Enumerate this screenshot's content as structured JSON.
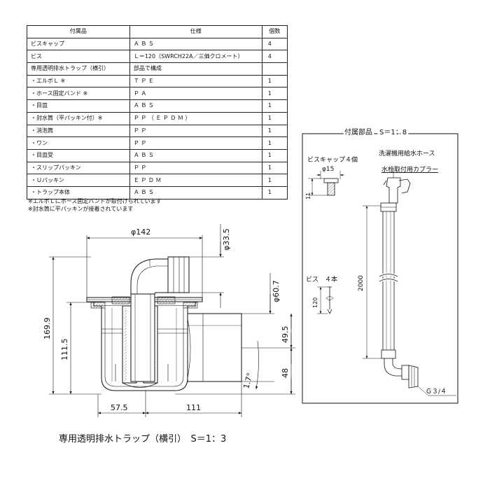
{
  "table": {
    "headers": [
      "付属品",
      "仕様",
      "個数"
    ],
    "rows": [
      {
        "name": "ビスキャップ",
        "spec": "ＡＢＳ",
        "qty": "4"
      },
      {
        "name": "ビス",
        "spec": "Ｌ＝120（SWRCH22A／三価クロメート）",
        "qty": "4"
      },
      {
        "name": "専用透明排水トラップ（横引）",
        "spec": "部品で構成",
        "qty": ""
      },
      {
        "name": "・エルボＬ ※",
        "spec": "ＴＰＥ",
        "qty": "1"
      },
      {
        "name": "・ホース固定バンド ※",
        "spec": "ＰＡ",
        "qty": "1"
      },
      {
        "name": "・目皿",
        "spec": "ＡＢＳ",
        "qty": "1"
      },
      {
        "name": "・封水筒（平パッキン付）※",
        "spec": "ＰＰ（ＥＰＤＭ）",
        "qty": "1"
      },
      {
        "name": "・消泡筒",
        "spec": "ＰＰ",
        "qty": "1"
      },
      {
        "name": "・ワン",
        "spec": "ＰＰ",
        "qty": "1"
      },
      {
        "name": "・目皿受",
        "spec": "ＡＢＳ",
        "qty": "1"
      },
      {
        "name": "・スリップパッキン",
        "spec": "ＰＰ",
        "qty": "1"
      },
      {
        "name": "・Ｕパッキン",
        "spec": "ＥＰＤＭ",
        "qty": "1"
      },
      {
        "name": "・トラップ本体",
        "spec": "ＡＢＳ",
        "qty": "1"
      }
    ]
  },
  "notes": [
    "※エルボＬにホース固定バンドが取付けられています",
    "※封水筒に平パッキンが接着されています"
  ],
  "trap_drawing": {
    "caption": "専用透明排水トラップ（横引）　S＝1：3",
    "dims": {
      "top_width": "φ142",
      "outlet_dia": "φ33.5",
      "body_dia": "φ60.7",
      "total_height": "169.9",
      "bowl_height": "111.5",
      "outlet_center": "49.5",
      "bottom_height": "48",
      "slope": "1.7°",
      "left_offset": "57.5",
      "right_length": "111"
    }
  },
  "accessory_panel": {
    "title": "付属部品　S＝1：8",
    "hose_label": "洗濯機用給水ホース",
    "coupler_label": "水栓取付用カプラー",
    "cap_label": "ビスキャップ４個",
    "cap_dia": "φ15",
    "cap_height": "11",
    "screw_label": "ビス　４本",
    "screw_length": "120",
    "hose_length": "2000",
    "thread_label": "Ｇ３/４"
  }
}
